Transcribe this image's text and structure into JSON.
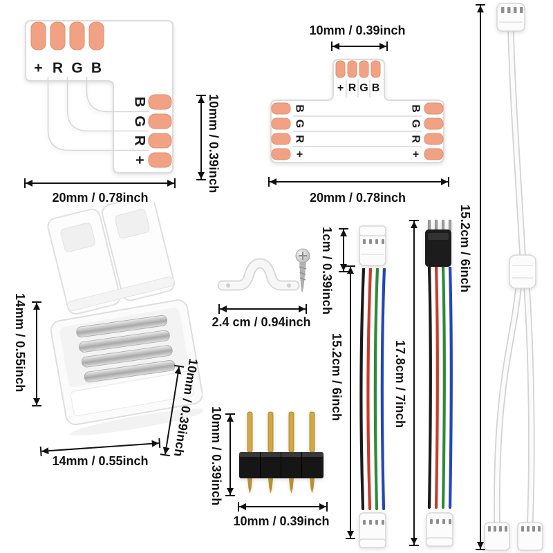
{
  "colors": {
    "pad": "#F2A284",
    "pad_edge": "#DE8E6E",
    "wire_black": "#1A1A1A",
    "wire_red": "#C93A2C",
    "wire_green": "#2F8B36",
    "wire_blue": "#2447B8",
    "pin_gold": "#D2A93E",
    "plug_black": "#1C1C1C",
    "dim": "#111111"
  },
  "l_connector": {
    "top_labels": [
      "+",
      "R",
      "G",
      "B"
    ],
    "side_labels": [
      "B",
      "G",
      "R",
      "+"
    ],
    "side_dim": "10mm / 0.39inch",
    "bottom_dim": "20mm / 0.78inch"
  },
  "t_connector": {
    "top_dim": "10mm / 0.39inch",
    "top_labels": [
      "+",
      "R",
      "G",
      "B"
    ],
    "left_labels": [
      "B",
      "G",
      "R",
      "+"
    ],
    "right_labels": [
      "B",
      "G",
      "R",
      "+"
    ],
    "bottom_dim": "20mm / 0.78inch"
  },
  "strip_clip": {
    "left_dim": "14mm / 0.55inch",
    "bottom_dim": "14mm / 0.55inch",
    "right_dim": "10mm / 0.39inch"
  },
  "mounting_clip": {
    "length_dim": "2.4 cm / 0.94inch"
  },
  "clip_to_clip_cable": {
    "connector_dim": "1cm / 0.39inch",
    "length_dim": "15.2cm / 6inch"
  },
  "plug_to_clip_cable": {
    "length_dim": "17.8cm / 7inch"
  },
  "splitter_cable": {
    "length_dim": "15.2cm / 6inch"
  },
  "pin_header": {
    "side_dim": "10mm / 0.39inch",
    "bottom_dim": "10mm / 0.39inch"
  }
}
